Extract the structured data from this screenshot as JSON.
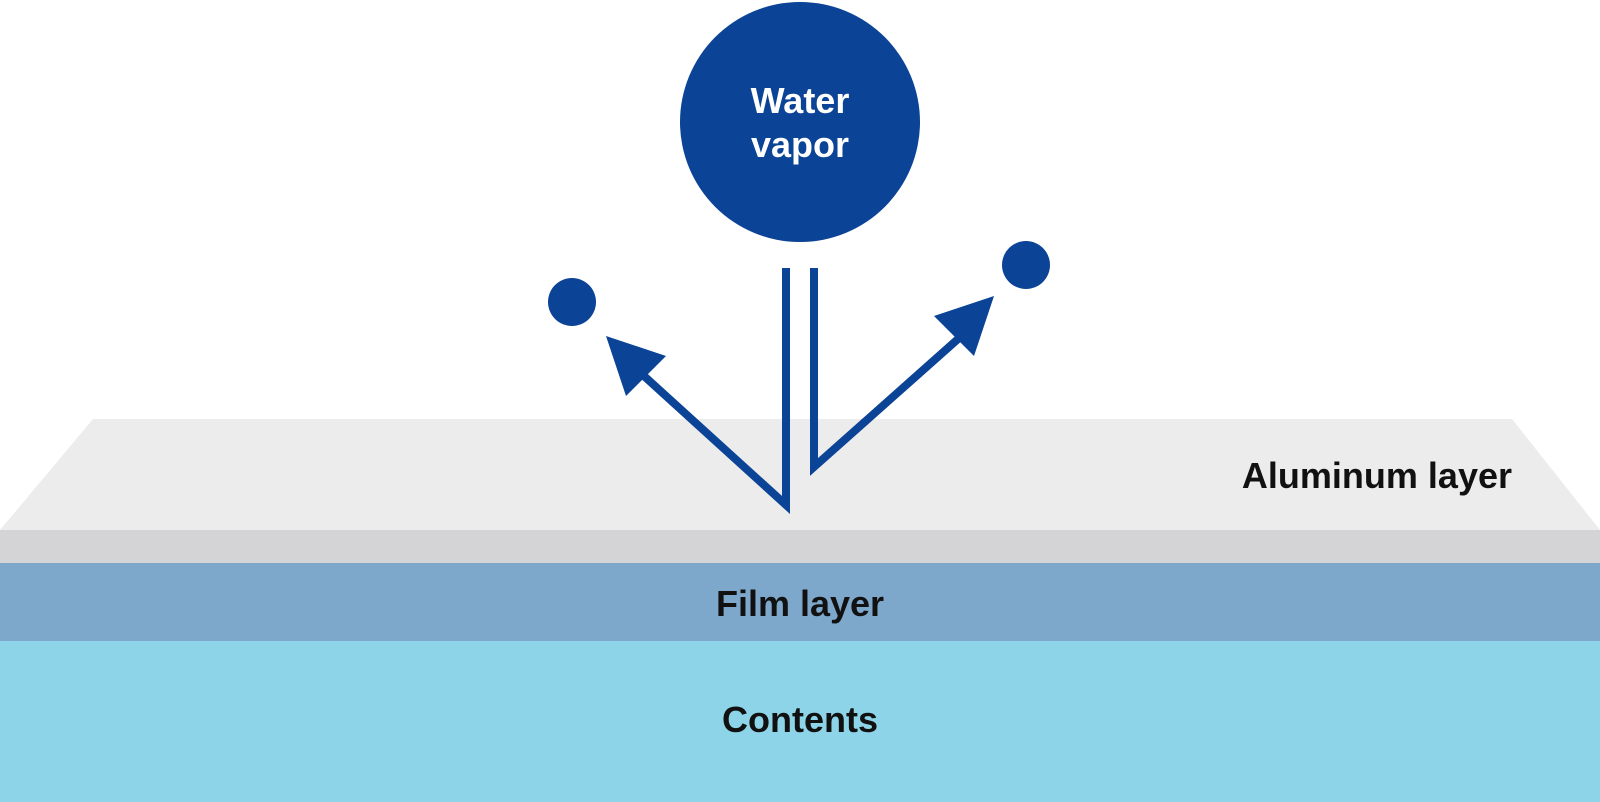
{
  "labels": {
    "water_vapor_line1": "Water",
    "water_vapor_line2": "vapor",
    "aluminum_layer": "Aluminum layer",
    "film_layer": "Film layer",
    "contents": "Contents"
  },
  "colors": {
    "background": "#ffffff",
    "molecule_blue": "#0b4396",
    "arrow_blue": "#0b4396",
    "aluminum_top": "#ececec",
    "aluminum_edge": "#d4d4d7",
    "film_layer": "#7ea8cb",
    "contents": "#8dd4e8",
    "dark_text": "#111111",
    "light_text": "#ffffff"
  },
  "icons": {
    "large_molecule": "water-vapor-molecule-icon",
    "small_molecule": "small-molecule-icon",
    "arrow": "deflection-arrow-icon"
  }
}
